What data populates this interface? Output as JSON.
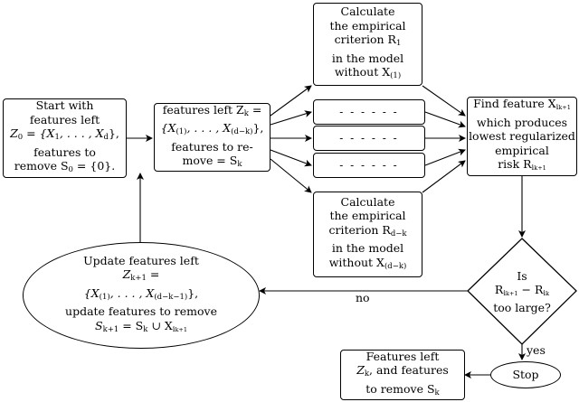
{
  "start": {
    "l1": "Start with",
    "l2": "features left",
    "l3a": "Z",
    "l3b": "0",
    "l3c": " = {X",
    "l3d": "1",
    "l3e": ", . . . , X",
    "l3f": "d",
    "l3g": "},",
    "l4": "features to",
    "l5a": "remove S",
    "l5b": "0",
    "l5c": " = {0}."
  },
  "state": {
    "l1a": "features left Z",
    "l1b": "k",
    "l1c": " =",
    "l2a": "{X",
    "l2b": "(1)",
    "l2c": ", . . . , X",
    "l2d": "(d−k)",
    "l2e": "},",
    "l3": "features to re-",
    "l4a": "move = S",
    "l4b": "k"
  },
  "calc_top": {
    "l1": "Calculate",
    "l2": "the empirical",
    "l3a": "criterion R",
    "l3b": "1",
    "l4": "in the model",
    "l5a": "without X",
    "l5b": "(1)"
  },
  "calc_bottom": {
    "l1": "Calculate",
    "l2": "the empirical",
    "l3a": "criterion R",
    "l3b": "d−k",
    "l4": "in the model",
    "l5a": "without X",
    "l5b": "(d−k)"
  },
  "dashes": [
    "- - - - - -",
    "- - - - - -",
    "- - - - - -"
  ],
  "find": {
    "l1a": "Find feature X",
    "l1b": "i",
    "l1c": "k+1",
    "l2": "which produces",
    "l3": "lowest regularized",
    "l4": "empirical",
    "l5a": "risk R",
    "l5b": "i",
    "l5c": "k+1"
  },
  "decision": {
    "l1": "Is",
    "l2a": "R",
    "l2b": "i",
    "l2c": "k+1",
    "l2d": " − R",
    "l2e": "i",
    "l2f": "k",
    "l3": "too large?"
  },
  "update": {
    "l1": "Update features left",
    "l2a": "Z",
    "l2b": "k+1",
    "l2c": " =",
    "l3a": "{X",
    "l3b": "(1)",
    "l3c": ", . . . , X",
    "l3d": "(d−k−1)",
    "l3e": "},",
    "l4": "update features to remove",
    "l5a": "S",
    "l5b": "k+1",
    "l5c": " = S",
    "l5d": "k",
    "l5e": " ∪ X",
    "l5f": "i",
    "l5g": "k+1"
  },
  "stop": {
    "label": "Stop"
  },
  "final": {
    "l1": "Features left",
    "l2a": "Z",
    "l2b": "k",
    "l2c": ", and features",
    "l3a": "to remove S",
    "l3b": "k"
  },
  "edges": {
    "no": "no",
    "yes": "yes"
  }
}
